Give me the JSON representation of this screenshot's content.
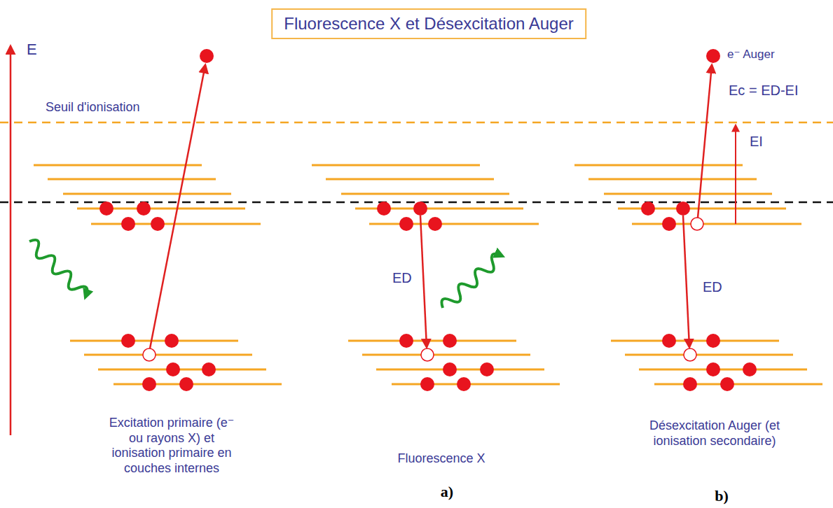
{
  "diagram": {
    "title": "Fluorescence X et Désexcitation Auger",
    "labels": [
      "E",
      "Seuil d'ionisation",
      "e⁻ Auger",
      "Ec = ED-EI",
      "EI",
      "ED",
      "ED",
      "Excitation primaire (e⁻ ou rayons X) et ionisation primaire en couches internes",
      "Fluorescence X",
      "Désexcitation Auger (et ionisation secondaire)",
      "a)",
      "b)"
    ]
  }
}
